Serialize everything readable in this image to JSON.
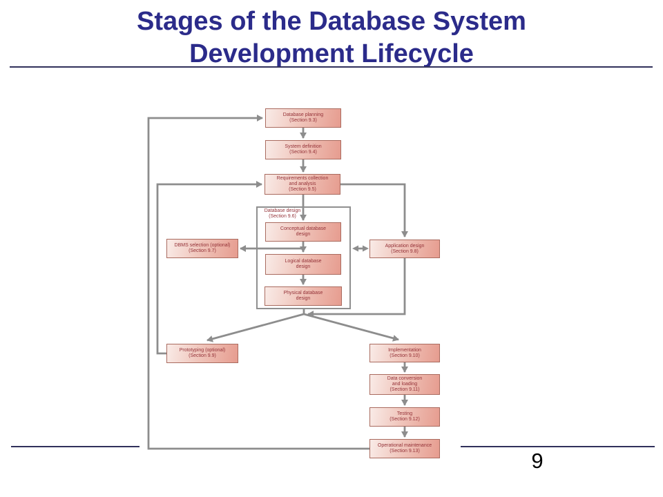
{
  "slide": {
    "title_line1": "Stages of the Database System",
    "title_line2": "Development Lifecycle",
    "page_number": "9"
  },
  "colors": {
    "title": "#2b2b8a",
    "rule": "#30305a",
    "box_fill_light": "#f9ebe7",
    "box_fill_dark": "#e69c8f",
    "box_border": "#a96a5e",
    "box_text": "#943137",
    "connector": "#8d8d8d",
    "page_number": "#000000"
  },
  "diagram": {
    "container_label": {
      "lines": [
        "Database design",
        "(Section 9.6)"
      ]
    },
    "boxes": [
      {
        "id": "database-planning",
        "lines": [
          "Database planning",
          "(Section 9.3)"
        ]
      },
      {
        "id": "system-definition",
        "lines": [
          "System definition",
          "(Section 9.4)"
        ]
      },
      {
        "id": "requirements-collection",
        "lines": [
          "Requirements collection",
          "and analysis",
          "(Section 9.5)"
        ]
      },
      {
        "id": "conceptual-design",
        "lines": [
          "Conceptual database",
          "design"
        ]
      },
      {
        "id": "logical-design",
        "lines": [
          "Logical database",
          "design"
        ]
      },
      {
        "id": "physical-design",
        "lines": [
          "Physical database",
          "design"
        ]
      },
      {
        "id": "dbms-selection",
        "lines": [
          "DBMS selection (optional)",
          "(Section 9.7)"
        ]
      },
      {
        "id": "application-design",
        "lines": [
          "Application design",
          "(Section 9.8)"
        ]
      },
      {
        "id": "prototyping",
        "lines": [
          "Prototyping (optional)",
          "(Section 9.9)"
        ]
      },
      {
        "id": "implementation",
        "lines": [
          "Implementation",
          "(Section 9.10)"
        ]
      },
      {
        "id": "data-conversion",
        "lines": [
          "Data conversion",
          "and loading",
          "(Section 9.11)"
        ]
      },
      {
        "id": "testing",
        "lines": [
          "Testing",
          "(Section 9.12)"
        ]
      },
      {
        "id": "operational-maintenance",
        "lines": [
          "Operational maintenance",
          "(Section 9.13)"
        ]
      }
    ]
  }
}
